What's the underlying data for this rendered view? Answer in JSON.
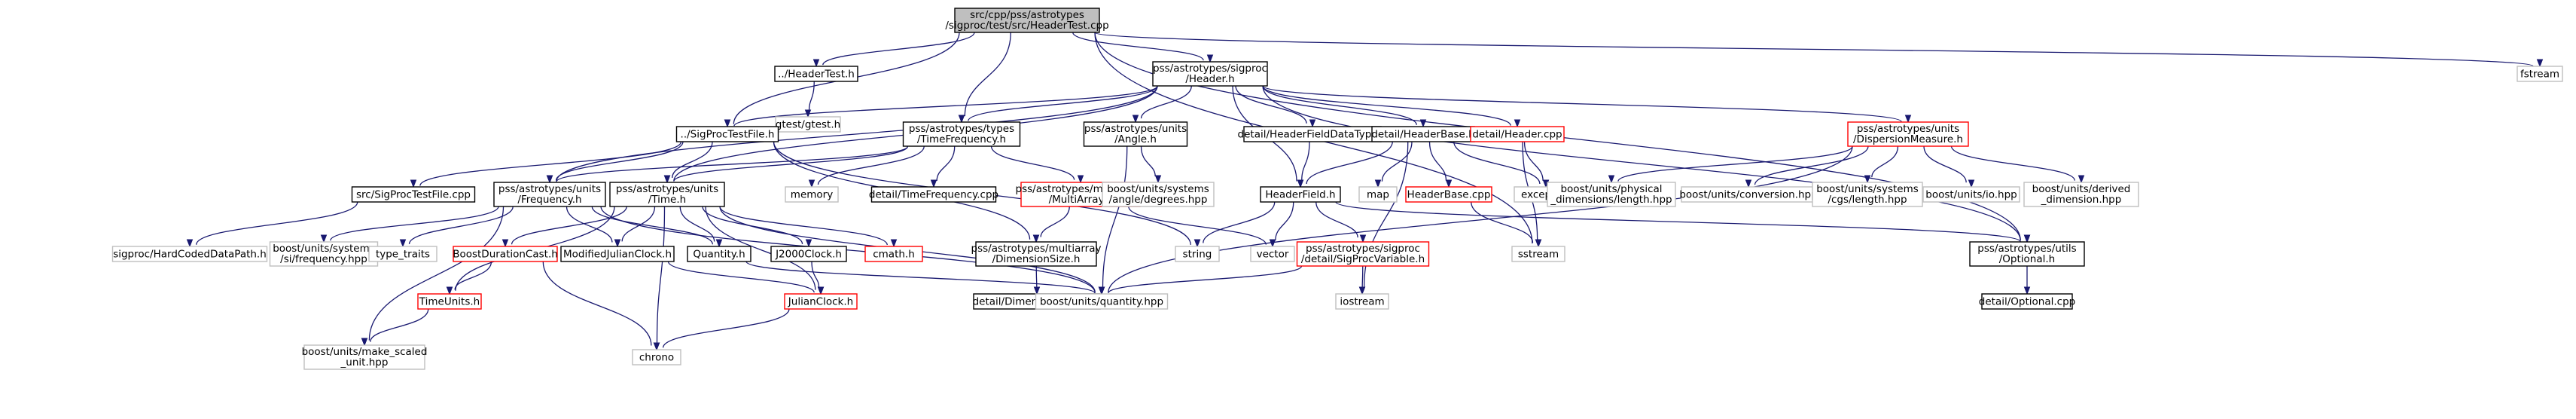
{
  "colors": {
    "edge": "#191970",
    "root_fill": "#bfbfbf",
    "box_stroke": "#000000",
    "grey_stroke": "#bfbfbf",
    "red_stroke": "#ff0000"
  },
  "nodes": [
    {
      "id": "root",
      "lines": [
        "src/cpp/pss/astrotypes",
        "/sigproc/test/src/HeaderTest.cpp"
      ],
      "style": "root"
    },
    {
      "id": "headertest",
      "lines": [
        "../HeaderTest.h"
      ],
      "style": "black"
    },
    {
      "id": "sigproc_header",
      "lines": [
        "pss/astrotypes/sigproc",
        "/Header.h"
      ],
      "style": "black"
    },
    {
      "id": "fstream",
      "lines": [
        "fstream"
      ],
      "style": "grey"
    },
    {
      "id": "gtest",
      "lines": [
        "gtest/gtest.h"
      ],
      "style": "grey"
    },
    {
      "id": "sigproctestfile_h",
      "lines": [
        "../SigProcTestFile.h"
      ],
      "style": "black"
    },
    {
      "id": "timefrequency_h",
      "lines": [
        "pss/astrotypes/types",
        "/TimeFrequency.h"
      ],
      "style": "black"
    },
    {
      "id": "angle_h",
      "lines": [
        "pss/astrotypes/units",
        "/Angle.h"
      ],
      "style": "black"
    },
    {
      "id": "headerfielddatatype",
      "lines": [
        "detail/HeaderFieldDataType.h"
      ],
      "style": "black"
    },
    {
      "id": "headerbase_h",
      "lines": [
        "detail/HeaderBase.h"
      ],
      "style": "black"
    },
    {
      "id": "header_cpp",
      "lines": [
        "detail/Header.cpp"
      ],
      "style": "red"
    },
    {
      "id": "dispersionmeasure",
      "lines": [
        "pss/astrotypes/units",
        "/DispersionMeasure.h"
      ],
      "style": "red"
    },
    {
      "id": "sigproctestfile_cpp",
      "lines": [
        "src/SigProcTestFile.cpp"
      ],
      "style": "black"
    },
    {
      "id": "frequency_h",
      "lines": [
        "pss/astrotypes/units",
        "/Frequency.h"
      ],
      "style": "black"
    },
    {
      "id": "time_h",
      "lines": [
        "pss/astrotypes/units",
        "/Time.h"
      ],
      "style": "black"
    },
    {
      "id": "memory",
      "lines": [
        "memory"
      ],
      "style": "grey"
    },
    {
      "id": "timefrequency_cpp",
      "lines": [
        "detail/TimeFrequency.cpp"
      ],
      "style": "black"
    },
    {
      "id": "multiarray",
      "lines": [
        "pss/astrotypes/multiarray",
        "/MultiArray.h"
      ],
      "style": "red"
    },
    {
      "id": "angle_degrees",
      "lines": [
        "boost/units/systems",
        "/angle/degrees.hpp"
      ],
      "style": "grey"
    },
    {
      "id": "headerfield_h",
      "lines": [
        "HeaderField.h"
      ],
      "style": "black"
    },
    {
      "id": "map",
      "lines": [
        "map"
      ],
      "style": "grey"
    },
    {
      "id": "headerbase_cpp",
      "lines": [
        "HeaderBase.cpp"
      ],
      "style": "red"
    },
    {
      "id": "exception",
      "lines": [
        "exception"
      ],
      "style": "grey"
    },
    {
      "id": "physical_length",
      "lines": [
        "boost/units/physical",
        "_dimensions/length.hpp"
      ],
      "style": "grey"
    },
    {
      "id": "conversion",
      "lines": [
        "boost/units/conversion.hpp"
      ],
      "style": "grey"
    },
    {
      "id": "cgs_length",
      "lines": [
        "boost/units/systems",
        "/cgs/length.hpp"
      ],
      "style": "grey"
    },
    {
      "id": "units_io",
      "lines": [
        "boost/units/io.hpp"
      ],
      "style": "grey"
    },
    {
      "id": "derived_dimension",
      "lines": [
        "boost/units/derived",
        "_dimension.hpp"
      ],
      "style": "grey"
    },
    {
      "id": "hardcoded",
      "lines": [
        "sigproc/HardCodedDataPath.h"
      ],
      "style": "grey"
    },
    {
      "id": "si_frequency",
      "lines": [
        "boost/units/systems",
        "/si/frequency.hpp"
      ],
      "style": "grey"
    },
    {
      "id": "type_traits",
      "lines": [
        "type_traits"
      ],
      "style": "grey"
    },
    {
      "id": "boostdurationcast",
      "lines": [
        "BoostDurationCast.h"
      ],
      "style": "red"
    },
    {
      "id": "modifiedjulianclock",
      "lines": [
        "ModifiedJulianClock.h"
      ],
      "style": "black"
    },
    {
      "id": "quantity_h",
      "lines": [
        "Quantity.h"
      ],
      "style": "black"
    },
    {
      "id": "j2000clock",
      "lines": [
        "J2000Clock.h"
      ],
      "style": "black"
    },
    {
      "id": "cmath_h",
      "lines": [
        "cmath.h"
      ],
      "style": "red"
    },
    {
      "id": "dimensionsize_h",
      "lines": [
        "pss/astrotypes/multiarray",
        "/DimensionSize.h"
      ],
      "style": "black"
    },
    {
      "id": "string",
      "lines": [
        "string"
      ],
      "style": "grey"
    },
    {
      "id": "vector",
      "lines": [
        "vector"
      ],
      "style": "grey"
    },
    {
      "id": "sigprocvariable",
      "lines": [
        "pss/astrotypes/sigproc",
        "/detail/SigProcVariable.h"
      ],
      "style": "red"
    },
    {
      "id": "sstream",
      "lines": [
        "sstream"
      ],
      "style": "grey"
    },
    {
      "id": "optional_h",
      "lines": [
        "pss/astrotypes/utils",
        "/Optional.h"
      ],
      "style": "black"
    },
    {
      "id": "timeunits",
      "lines": [
        "TimeUnits.h"
      ],
      "style": "red"
    },
    {
      "id": "julianclock",
      "lines": [
        "JulianClock.h"
      ],
      "style": "red"
    },
    {
      "id": "dimensionsize_cpp",
      "lines": [
        "detail/DimensionSize.cpp"
      ],
      "style": "black"
    },
    {
      "id": "quantity_hpp",
      "lines": [
        "boost/units/quantity.hpp"
      ],
      "style": "grey"
    },
    {
      "id": "iostream",
      "lines": [
        "iostream"
      ],
      "style": "grey"
    },
    {
      "id": "optional_cpp",
      "lines": [
        "detail/Optional.cpp"
      ],
      "style": "black"
    },
    {
      "id": "make_scaled",
      "lines": [
        "boost/units/make_scaled",
        "_unit.hpp"
      ],
      "style": "grey"
    },
    {
      "id": "chrono",
      "lines": [
        "chrono"
      ],
      "style": "grey"
    }
  ],
  "edges": [
    [
      "root",
      "headertest"
    ],
    [
      "root",
      "sigproc_header"
    ],
    [
      "root",
      "fstream"
    ],
    [
      "root",
      "sigproctestfile_h"
    ],
    [
      "root",
      "timefrequency_h"
    ],
    [
      "root",
      "sstream"
    ],
    [
      "root",
      "optional_h"
    ],
    [
      "headertest",
      "gtest"
    ],
    [
      "sigproc_header",
      "sigproctestfile_h"
    ],
    [
      "sigproc_header",
      "timefrequency_h"
    ],
    [
      "sigproc_header",
      "angle_h"
    ],
    [
      "sigproc_header",
      "headerfielddatatype"
    ],
    [
      "sigproc_header",
      "headerbase_h"
    ],
    [
      "sigproc_header",
      "header_cpp"
    ],
    [
      "sigproc_header",
      "dispersionmeasure"
    ],
    [
      "sigproc_header",
      "headerfield_h"
    ],
    [
      "sigproc_header",
      "frequency_h"
    ],
    [
      "sigproc_header",
      "time_h"
    ],
    [
      "sigproc_header",
      "optional_h"
    ],
    [
      "sigproctestfile_h",
      "sigproctestfile_cpp"
    ],
    [
      "sigproctestfile_h",
      "frequency_h"
    ],
    [
      "sigproctestfile_h",
      "time_h"
    ],
    [
      "sigproctestfile_h",
      "string"
    ],
    [
      "sigproctestfile_h",
      "dimensionsize_h"
    ],
    [
      "timefrequency_h",
      "frequency_h"
    ],
    [
      "timefrequency_h",
      "time_h"
    ],
    [
      "timefrequency_h",
      "memory"
    ],
    [
      "timefrequency_h",
      "timefrequency_cpp"
    ],
    [
      "timefrequency_h",
      "multiarray"
    ],
    [
      "angle_h",
      "angle_degrees"
    ],
    [
      "angle_h",
      "quantity_hpp"
    ],
    [
      "headerfielddatatype",
      "headerfield_h"
    ],
    [
      "headerbase_h",
      "headerfield_h"
    ],
    [
      "headerbase_h",
      "map"
    ],
    [
      "headerbase_h",
      "headerbase_cpp"
    ],
    [
      "headerbase_h",
      "exception"
    ],
    [
      "headerbase_h",
      "iostream"
    ],
    [
      "header_cpp",
      "exception"
    ],
    [
      "header_cpp",
      "sstream"
    ],
    [
      "dispersionmeasure",
      "physical_length"
    ],
    [
      "dispersionmeasure",
      "conversion"
    ],
    [
      "dispersionmeasure",
      "cgs_length"
    ],
    [
      "dispersionmeasure",
      "units_io"
    ],
    [
      "dispersionmeasure",
      "derived_dimension"
    ],
    [
      "dispersionmeasure",
      "quantity_hpp"
    ],
    [
      "sigproctestfile_cpp",
      "hardcoded"
    ],
    [
      "frequency_h",
      "si_frequency"
    ],
    [
      "frequency_h",
      "type_traits"
    ],
    [
      "frequency_h",
      "modifiedjulianclock"
    ],
    [
      "frequency_h",
      "quantity_h"
    ],
    [
      "frequency_h",
      "quantity_hpp"
    ],
    [
      "frequency_h",
      "make_scaled"
    ],
    [
      "time_h",
      "boostdurationcast"
    ],
    [
      "time_h",
      "modifiedjulianclock"
    ],
    [
      "time_h",
      "quantity_h"
    ],
    [
      "time_h",
      "j2000clock"
    ],
    [
      "time_h",
      "cmath_h"
    ],
    [
      "time_h",
      "timeunits"
    ],
    [
      "time_h",
      "julianclock"
    ],
    [
      "time_h",
      "chrono"
    ],
    [
      "time_h",
      "quantity_hpp"
    ],
    [
      "multiarray",
      "dimensionsize_h"
    ],
    [
      "multiarray",
      "vector"
    ],
    [
      "headerfield_h",
      "string"
    ],
    [
      "headerfield_h",
      "vector"
    ],
    [
      "headerfield_h",
      "sigprocvariable"
    ],
    [
      "headerfield_h",
      "optional_h"
    ],
    [
      "headerbase_cpp",
      "sstream"
    ],
    [
      "boostdurationcast",
      "timeunits"
    ],
    [
      "boostdurationcast",
      "chrono"
    ],
    [
      "modifiedjulianclock",
      "julianclock"
    ],
    [
      "quantity_h",
      "quantity_hpp"
    ],
    [
      "j2000clock",
      "julianclock"
    ],
    [
      "dimensionsize_h",
      "dimensionsize_cpp"
    ],
    [
      "sigprocvariable",
      "quantity_hpp"
    ],
    [
      "sigprocvariable",
      "iostream"
    ],
    [
      "optional_h",
      "optional_cpp"
    ],
    [
      "timeunits",
      "make_scaled"
    ],
    [
      "julianclock",
      "chrono"
    ]
  ]
}
